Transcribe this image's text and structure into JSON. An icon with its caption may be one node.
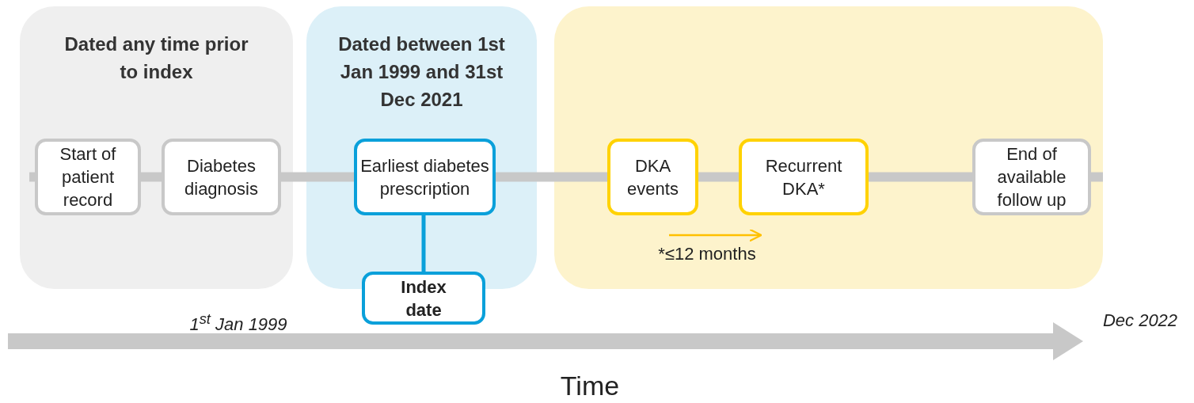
{
  "diagram": {
    "nodes": [
      {
        "text": [
          "Dated any time prior to index"
        ]
      },
      {
        "text": [
          "Start of patient record"
        ],
        "in": 0
      },
      {
        "text": [
          "Diabetes diagnosis"
        ],
        "in": 0
      },
      {
        "text": [
          "Dated between 1st Jan 1999 and 31st Dec 2021"
        ]
      },
      {
        "text": [
          "Earliest diabetes prescription"
        ],
        "in": 3
      },
      {
        "text": [
          "Index date"
        ]
      },
      {
        "text": [],
        "shape": "box"
      },
      {
        "text": [
          "DKA events"
        ],
        "in": 6
      },
      {
        "text": [
          "Recurrent DKA*"
        ],
        "in": 6
      },
      {
        "text": [
          "End of available follow up"
        ],
        "in": 6
      }
    ],
    "edges": [
      {
        "from": null,
        "to": 1,
        "arrow": "none"
      },
      {
        "from": 1,
        "to": 2,
        "arrow": "none"
      },
      {
        "from": 2,
        "to": 4,
        "arrow": "none"
      },
      {
        "from": 4,
        "to": 7,
        "arrow": "none"
      },
      {
        "from": 7,
        "to": 8,
        "arrow": "none"
      },
      {
        "from": 8,
        "to": 9,
        "arrow": "none"
      },
      {
        "from": 9,
        "to": null,
        "arrow": "none"
      },
      {
        "from": 4,
        "to": 5,
        "arrow": "none",
        "color": "#0aa0da"
      }
    ],
    "labels": [
      "*≤12 months",
      "1$^{st}$ Jan 1999",
      "Dec 2022",
      "Time"
    ]
  }
}
